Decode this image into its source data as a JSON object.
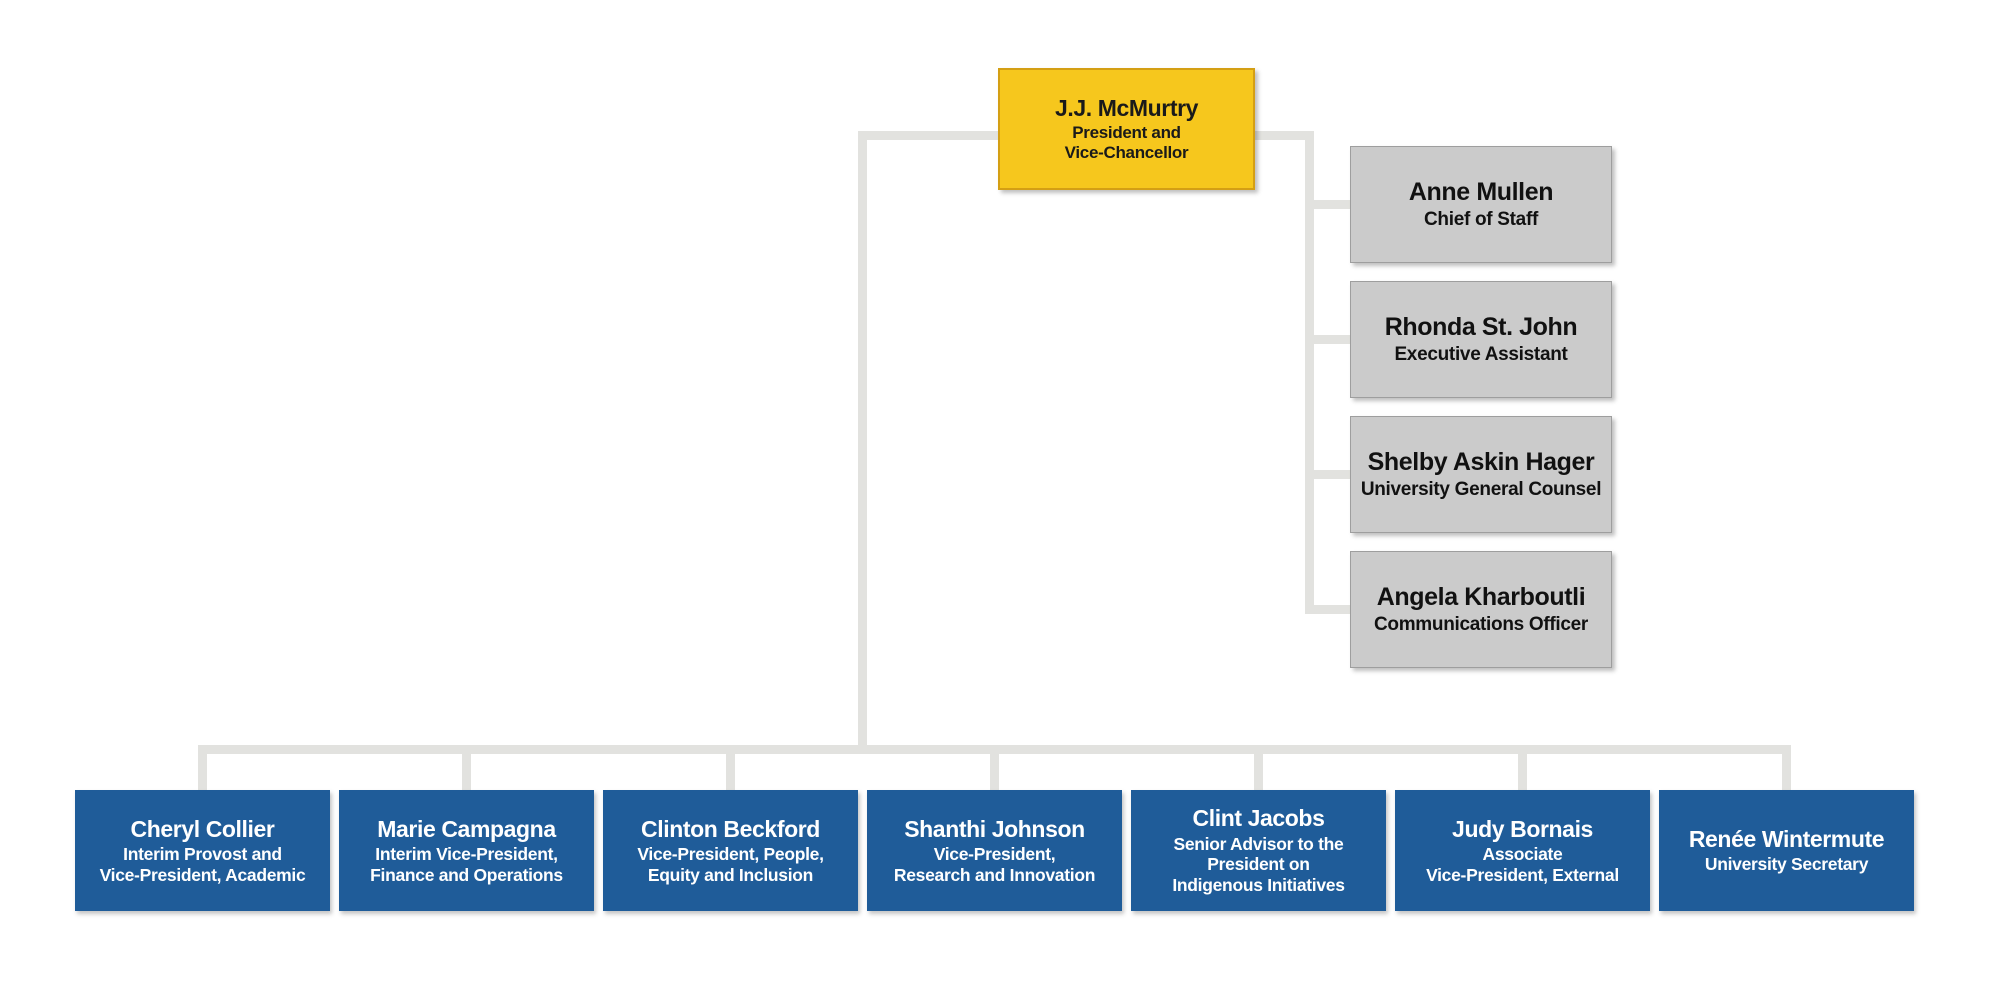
{
  "org_chart": {
    "president": {
      "name": "J.J. McMurtry",
      "title": "President and\nVice-Chancellor"
    },
    "staff": [
      {
        "name": "Anne Mullen",
        "title": "Chief of Staff"
      },
      {
        "name": "Rhonda St. John",
        "title": "Executive Assistant"
      },
      {
        "name": "Shelby Askin Hager",
        "title": "University General Counsel"
      },
      {
        "name": "Angela Kharboutli",
        "title": "Communications Officer"
      }
    ],
    "leadership": [
      {
        "name": "Cheryl Collier",
        "title": "Interim Provost and\nVice-President, Academic"
      },
      {
        "name": "Marie Campagna",
        "title": "Interim Vice-President,\nFinance and Operations"
      },
      {
        "name": "Clinton Beckford",
        "title": "Vice-President, People,\nEquity and Inclusion"
      },
      {
        "name": "Shanthi Johnson",
        "title": "Vice-President,\nResearch and Innovation"
      },
      {
        "name": "Clint Jacobs",
        "title": "Senior Advisor to the\nPresident on\nIndigenous Initiatives"
      },
      {
        "name": "Judy Bornais",
        "title": "Associate\nVice-President, External"
      },
      {
        "name": "Renée Wintermute",
        "title": "University Secretary"
      }
    ]
  },
  "colors": {
    "president_fill": "#f6c71d",
    "president_border": "#d49f14",
    "staff_fill": "#cbcbcb",
    "staff_border": "#9e9e9e",
    "leader_fill": "#1f5c99",
    "connector": "#e2e2df"
  }
}
